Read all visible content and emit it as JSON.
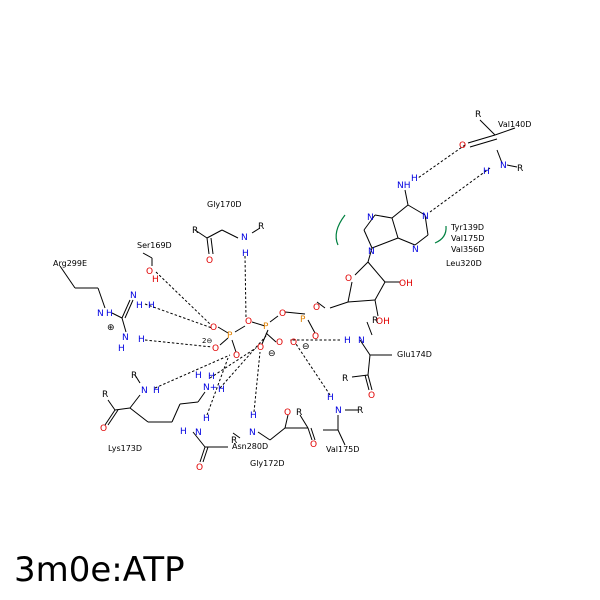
{
  "title": "3m0e:ATP",
  "residues": {
    "val140d": "Val140D",
    "tyr139d": "Tyr139D",
    "val175d_a": "Val175D",
    "val356d": "Val356D",
    "leu320d": "Leu320D",
    "gly170d": "Gly170D",
    "ser169d": "Ser169D",
    "arg299e": "Arg299E",
    "glu174d": "Glu174D",
    "lys173d": "Lys173D",
    "asn280d": "Asn280D",
    "gly172d": "Gly172D",
    "val175d_b": "Val175D"
  },
  "atoms": {
    "O": "O",
    "N": "N",
    "H": "H",
    "P": "P",
    "R": "R",
    "NH": "NH",
    "OH": "OH",
    "N+": "N+",
    "charge2": "2⊖",
    "minus": "⊖",
    "plus": "⊕"
  },
  "colors": {
    "oxygen": "#e00000",
    "nitrogen": "#0000e0",
    "phosphorus": "#e08000",
    "hydrophobic": "#008040"
  }
}
